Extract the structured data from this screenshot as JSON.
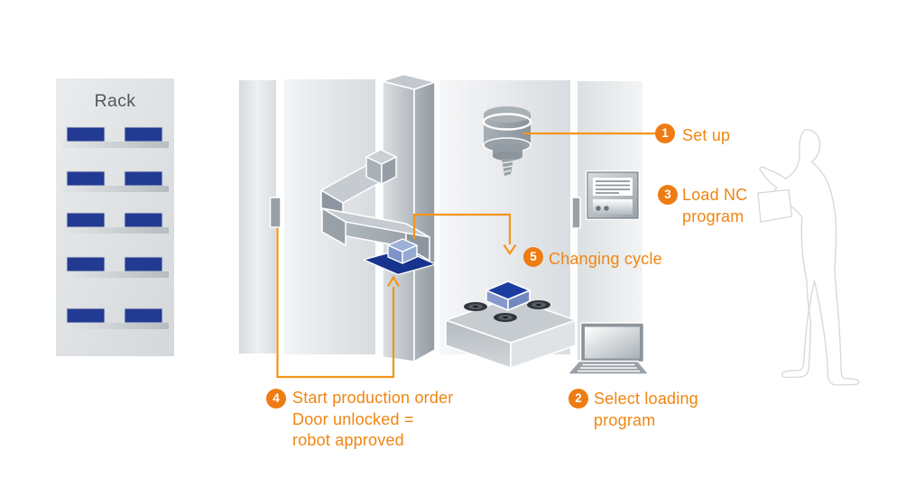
{
  "rack": {
    "label": "Rack"
  },
  "steps": [
    {
      "number": "1",
      "lines": [
        "Set up"
      ]
    },
    {
      "number": "2",
      "lines": [
        "Select loading",
        "program"
      ]
    },
    {
      "number": "3",
      "lines": [
        "Load NC",
        "program"
      ]
    },
    {
      "number": "4",
      "lines": [
        "Start production order",
        "Door unlocked =",
        "robot approved"
      ]
    },
    {
      "number": "5",
      "lines": [
        "Changing cycle"
      ]
    }
  ],
  "colors": {
    "badge_orange": "#ee7c12",
    "text_orange": "#f08511",
    "line_orange": "#f29516",
    "rack_box_blue": "#223a92",
    "plate_blue": "#16338e",
    "workpiece_blue": "#1c3da0"
  }
}
